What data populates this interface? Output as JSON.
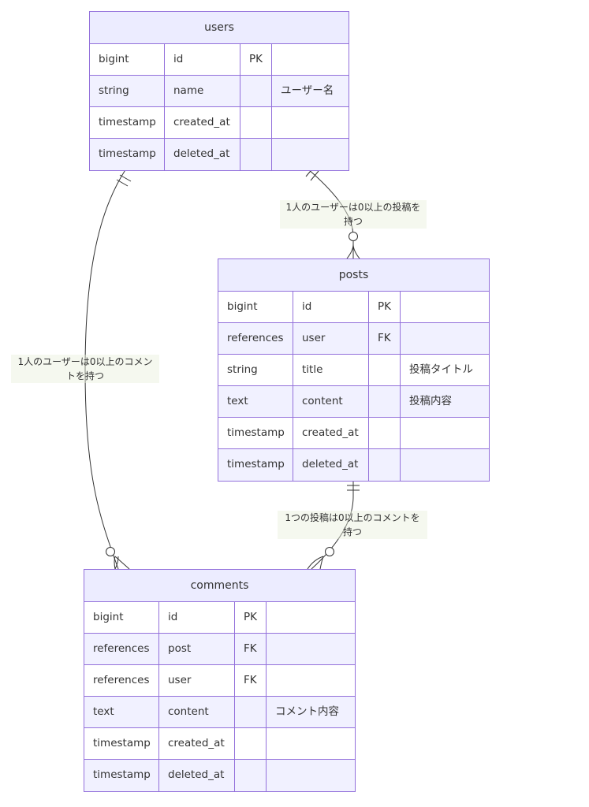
{
  "entities": {
    "users": {
      "name": "users",
      "rows": [
        {
          "type": "bigint",
          "name": "id",
          "key": "PK",
          "comment": ""
        },
        {
          "type": "string",
          "name": "name",
          "key": "",
          "comment": "ユーザー名"
        },
        {
          "type": "timestamp",
          "name": "created_at",
          "key": "",
          "comment": ""
        },
        {
          "type": "timestamp",
          "name": "deleted_at",
          "key": "",
          "comment": ""
        }
      ]
    },
    "posts": {
      "name": "posts",
      "rows": [
        {
          "type": "bigint",
          "name": "id",
          "key": "PK",
          "comment": ""
        },
        {
          "type": "references",
          "name": "user",
          "key": "FK",
          "comment": ""
        },
        {
          "type": "string",
          "name": "title",
          "key": "",
          "comment": "投稿タイトル"
        },
        {
          "type": "text",
          "name": "content",
          "key": "",
          "comment": "投稿内容"
        },
        {
          "type": "timestamp",
          "name": "created_at",
          "key": "",
          "comment": ""
        },
        {
          "type": "timestamp",
          "name": "deleted_at",
          "key": "",
          "comment": ""
        }
      ]
    },
    "comments": {
      "name": "comments",
      "rows": [
        {
          "type": "bigint",
          "name": "id",
          "key": "PK",
          "comment": ""
        },
        {
          "type": "references",
          "name": "post",
          "key": "FK",
          "comment": ""
        },
        {
          "type": "references",
          "name": "user",
          "key": "FK",
          "comment": ""
        },
        {
          "type": "text",
          "name": "content",
          "key": "",
          "comment": "コメント内容"
        },
        {
          "type": "timestamp",
          "name": "created_at",
          "key": "",
          "comment": ""
        },
        {
          "type": "timestamp",
          "name": "deleted_at",
          "key": "",
          "comment": ""
        }
      ]
    }
  },
  "relationships": {
    "users_posts": {
      "line1": "1人のユーザーは0以上の投稿を",
      "line2": "持つ",
      "from": "users",
      "to": "posts",
      "cardinality_from": "exactly-one",
      "cardinality_to": "zero-or-more"
    },
    "users_comments": {
      "line1": "1人のユーザーは0以上のコメン",
      "line2": "トを持つ",
      "from": "users",
      "to": "comments",
      "cardinality_from": "exactly-one",
      "cardinality_to": "zero-or-more"
    },
    "posts_comments": {
      "line1": "1つの投稿は0以上のコメントを",
      "line2": "持つ",
      "from": "posts",
      "to": "comments",
      "cardinality_from": "exactly-one",
      "cardinality_to": "zero-or-more"
    }
  },
  "colors": {
    "border": "#9370db",
    "header": "#ececff",
    "row_alt": "#f1f1ff",
    "line": "#333333"
  }
}
